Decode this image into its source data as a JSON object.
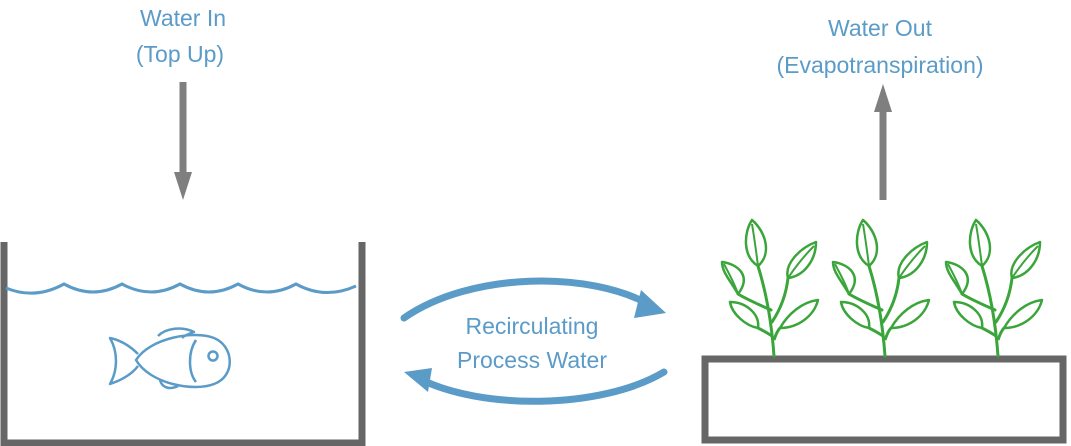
{
  "colors": {
    "label": "#5b9bc8",
    "flow_arrow": "#5b9bc8",
    "vertical_arrow": "#7f7f7f",
    "tank_outline": "#666666",
    "water_line": "#5b9bc8",
    "fish": "#5b9bc8",
    "plant": "#3aa53a"
  },
  "icons": {
    "fish": "fish-icon",
    "plant": "plant-icon"
  },
  "labels": {
    "water_in_line1": "Water In",
    "water_in_line2": "(Top Up)",
    "water_out_line1": "Water Out",
    "water_out_line2": "(Evapotranspiration)",
    "recirc_line1": "Recirculating",
    "recirc_line2": "Process Water"
  }
}
